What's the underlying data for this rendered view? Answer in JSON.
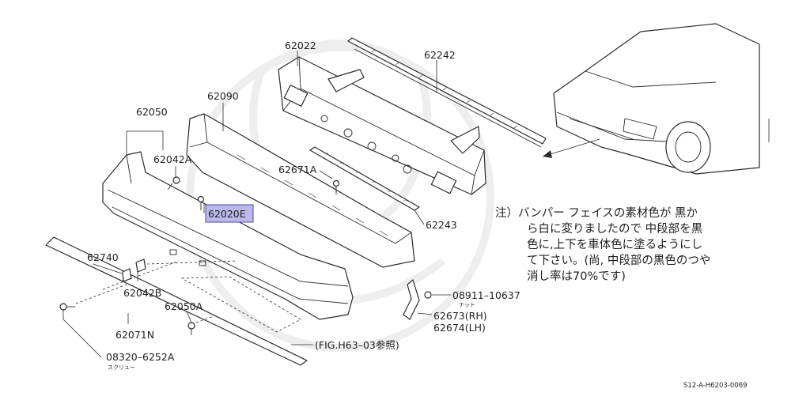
{
  "parts": {
    "p62022": "62022",
    "p62242": "62242",
    "p62090": "62090",
    "p62050": "62050",
    "p62042A": "62042A",
    "p62671A": "62671A",
    "p62020E": "62020E",
    "p62243": "62243",
    "p62740": "62740",
    "p62042B": "62042B",
    "p62050A": "62050A",
    "p62071N": "62071N",
    "p08911": "08911–10637",
    "nut": "ナット",
    "p62673": "62673(RH)",
    "p62674": "62674(LH)",
    "p08320": "08320–6252A",
    "screw": "スクリュー",
    "figref": "(FIG.H63–03参照)"
  },
  "note": {
    "line1": "注）バンパー フェイスの素材色が 黒か",
    "line2": "ら白に変りましたので 中段部を黒",
    "line3": "色に,上下を車体色に塗るようにし",
    "line4": "て下さい。(尚, 中段部の黒色のつや",
    "line5": "消し率は70%です)"
  },
  "footer_code": "S12-A-H6203-0069",
  "highlight_color": "#b9b9ec"
}
